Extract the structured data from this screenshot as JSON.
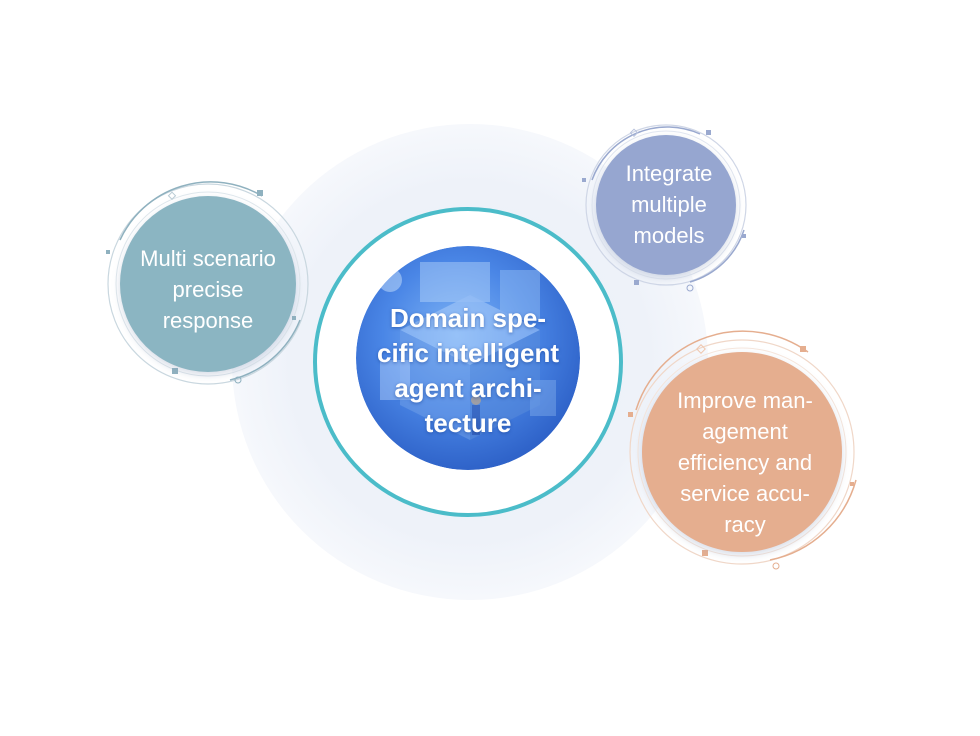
{
  "diagram": {
    "center": {
      "text": "Domain spe-\ncific intelligent\nagent archi-\ntecture"
    },
    "nodes": [
      {
        "id": "left",
        "text": "Multi scenario\nprecise\nresponse",
        "color": "#8bb5c2"
      },
      {
        "id": "top",
        "text": "Integrate\nmultiple\nmodels",
        "color": "#96a6d0"
      },
      {
        "id": "right",
        "text": "Improve man-\nagement\nefficiency and\nservice accu-\nracy",
        "color": "#e5ae8f"
      }
    ],
    "colors": {
      "center_ring": "#4bbcc9",
      "center_fill": "#3f7be0",
      "halo": "#eef2f8"
    }
  }
}
